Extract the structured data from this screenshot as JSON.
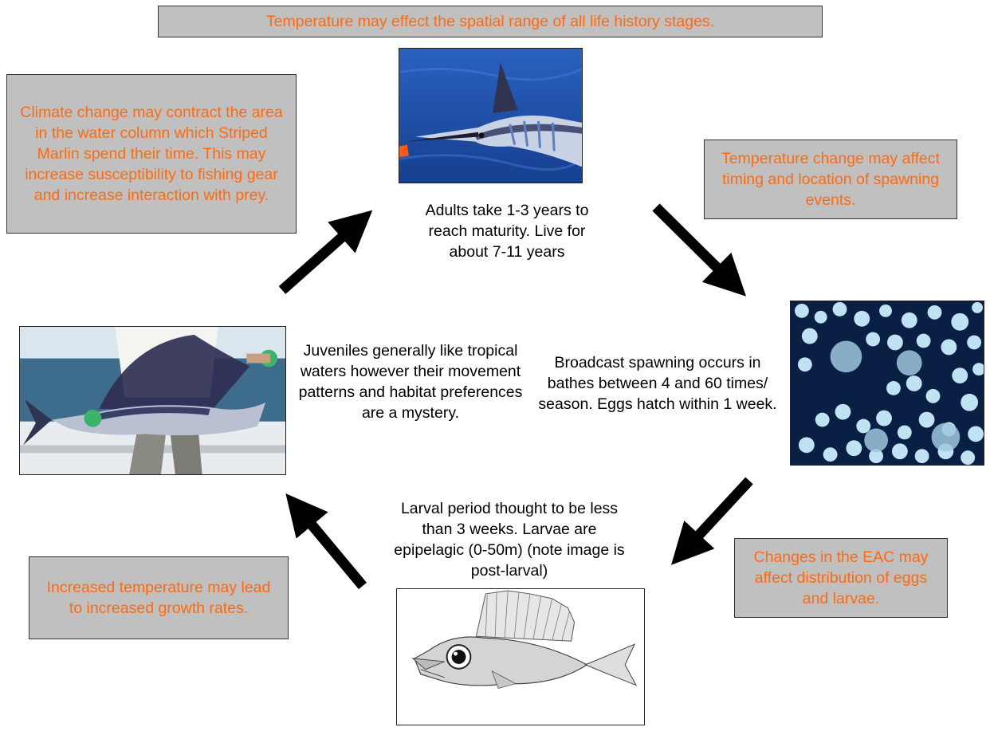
{
  "colors": {
    "note_text": "#ff6a10",
    "note_fill": "#c0c0c0",
    "ocean": "#1f4fa6",
    "egg_bg": "#0a1f44",
    "egg": "#bfe3f2"
  },
  "notes": {
    "top": "Temperature may effect the spatial range of all life history stages.",
    "climate": "Climate change may contract the area in the water column which Striped Marlin spend their time. This may increase susceptibility to fishing gear and increase interaction with prey.",
    "spawning_timing": "Temperature change may affect timing and location of spawning events.",
    "eac": "Changes in the EAC may affect distribution of eggs and larvae.",
    "growth": "Increased temperature may lead to increased growth rates."
  },
  "stages": {
    "adult": "Adults take 1-3 years to reach maturity. Live for about 7-11 years",
    "spawning": "Broadcast spawning occurs in bathes between 4 and 60 times/ season. Eggs hatch within 1 week.",
    "larval": "Larval period thought to be less than 3 weeks. Larvae are epipelagic (0-50m) (note image is post-larval)",
    "juvenile": "Juveniles generally like tropical waters however their movement patterns and habitat preferences are a mystery."
  },
  "images": {
    "adult": "adult striped marlin swimming photo",
    "eggs": "marlin eggs photo",
    "larva": "post-larval marlin drawing",
    "juvenile": "juvenile marlin held on boat photo"
  }
}
